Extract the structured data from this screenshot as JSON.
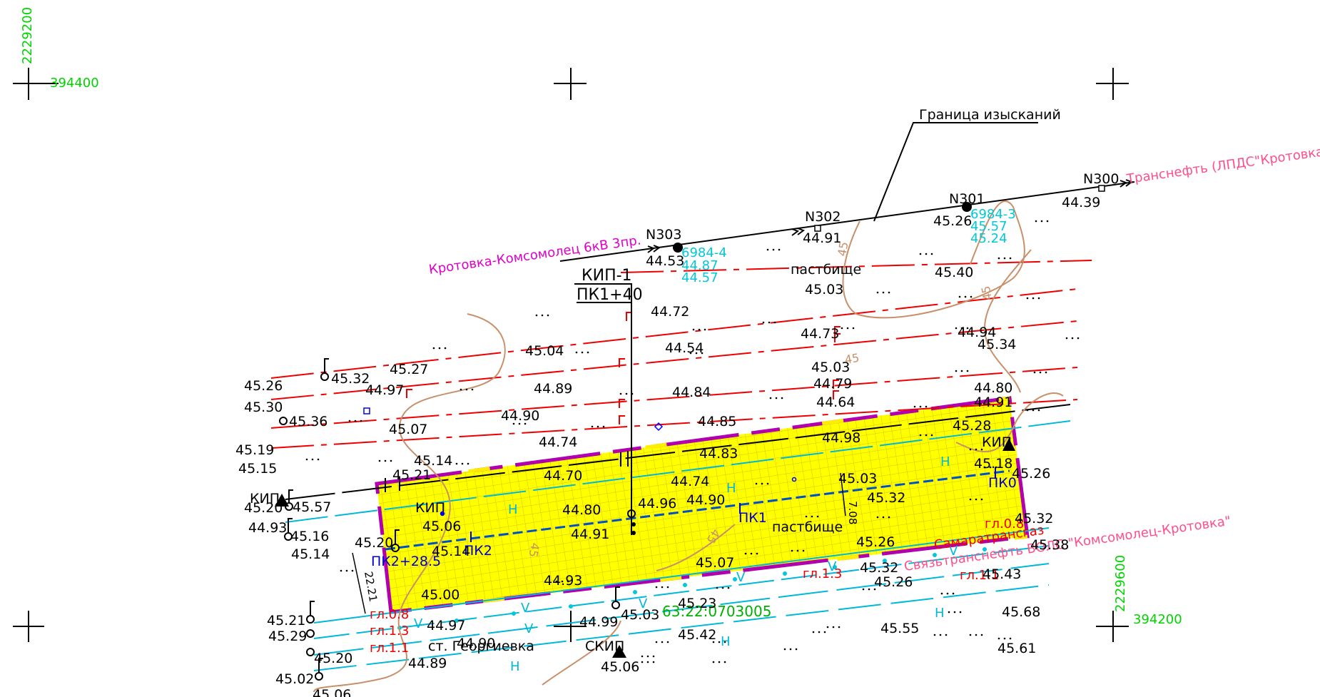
{
  "colors": {
    "grid_coord": "#00d400",
    "pipeline": "#ee0000",
    "cable_cyan": "#00b8d8",
    "cable_blue": "#0060c0",
    "area_fill": "#ffff00",
    "area_grid": "#d8c400",
    "boundary": "#b000b0",
    "contour": "#c8906a",
    "powerline": "#000000",
    "powerline_label": "#e000c8",
    "company_label": "#ff4f8a",
    "cyan_text": "#00c8d8",
    "blue_text": "#0000cc",
    "red_text": "#ee0000",
    "cadastral": "#00b000"
  },
  "grid": {
    "y_top": "2229200",
    "x_top": "394400",
    "y_bottom": "2229600",
    "x_bottom": "394200"
  },
  "labels": {
    "survey_boundary": "Граница изысканий",
    "transneft": "Транснефть (ЛПДС\"Кротовка\")",
    "powerline": "Кротовка-Комсомолец 6кВ 3пр.",
    "kip1": "КИП-1",
    "pk140": "ПК1+40",
    "pasture1": "пастбище",
    "pasture2": "пастбище",
    "svyaz": "Связьтранснефть ВОЛС \"Комсомолец-Кротовка\"",
    "samara": "Самаратрансгаз",
    "cadastral": "63:22:0703005",
    "st_georgievka": "ст. Георгиевка",
    "skip": "СКИП",
    "kip_left": "КИП",
    "kip_inner": "КИП",
    "kip_right": "КИП",
    "pk0": "ПК0",
    "pk1": "ПК1",
    "pk2": "ПК2",
    "pk2285": "ПК2+28.5",
    "dim_708": "7.08",
    "dim_2221": "22.21"
  },
  "poles": [
    {
      "id": "N303",
      "marks": [
        "6984-4",
        "44.87",
        "44.57"
      ],
      "elev": "44.53"
    },
    {
      "id": "N302",
      "marks": [],
      "elev": "44.91"
    },
    {
      "id": "N301",
      "marks": [
        "6984-3",
        "45.57",
        "45.24"
      ],
      "elev": "45.26"
    },
    {
      "id": "N300",
      "marks": [],
      "elev": "44.39"
    }
  ],
  "red_labels": [
    "гл.0.8",
    "гл.1.3",
    "гл.1.1",
    "гл.1.3",
    "гл.0.8",
    "гл.1.1"
  ],
  "elevations": [
    "45.40",
    "45.03",
    "44.72",
    "44.73",
    "44.94",
    "45.34",
    "45.04",
    "44.54",
    "45.03",
    "45.27",
    "45.26",
    "45.32",
    "44.97",
    "44.89",
    "44.84",
    "44.79",
    "44.80",
    "44.91",
    "45.30",
    "45.36",
    "44.90",
    "44.64",
    "45.07",
    "44.85",
    "44.74",
    "44.98",
    "45.28",
    "45.19",
    "45.15",
    "44.83",
    "45.14",
    "45.21",
    "44.70",
    "45.18",
    "45.26",
    "44.74",
    "45.03",
    "45.20",
    "45.57",
    "44.96",
    "44.90",
    "45.32",
    "44.93",
    "44.80",
    "45.16",
    "45.06",
    "44.91",
    "45.20",
    "45.14",
    "45.14",
    "45.26",
    "45.32",
    "45.38",
    "45.07",
    "45.32",
    "45.26",
    "45.43",
    "44.93",
    "45.00",
    "45.23",
    "45.21",
    "44.97",
    "44.99",
    "45.03",
    "45.42",
    "45.55",
    "45.68",
    "45.29",
    "44.90",
    "45.20",
    "44.89",
    "45.61",
    "45.06",
    "45.02",
    "45.06"
  ]
}
